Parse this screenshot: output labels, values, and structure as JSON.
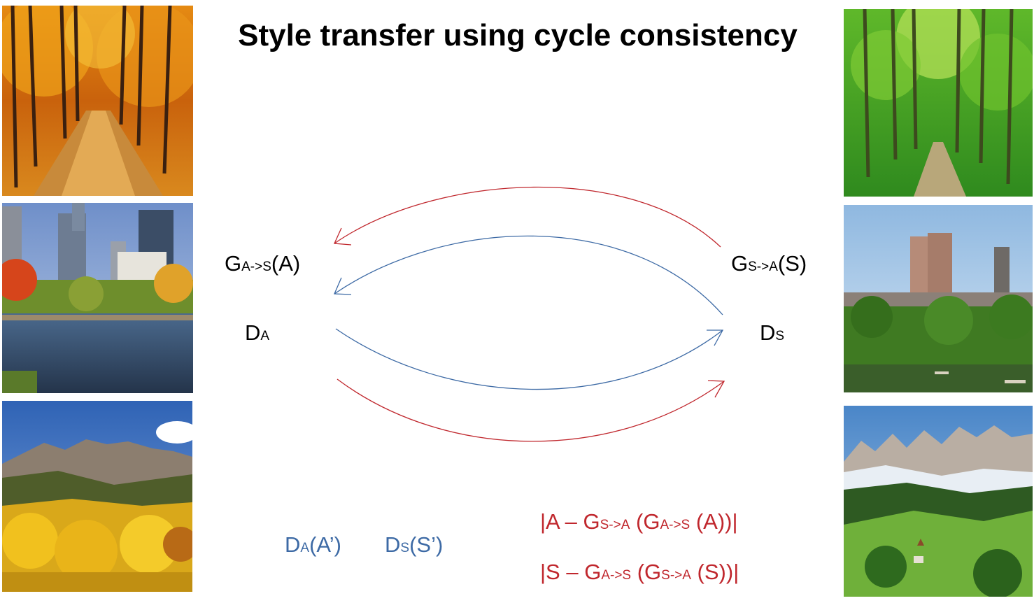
{
  "title": "Style transfer using cycle consistency",
  "colors": {
    "red": "#c0272d",
    "blue": "#3d6aa5"
  },
  "labels": {
    "g_as": {
      "main": "G",
      "sub": "A->S",
      "tail": "(A)"
    },
    "g_sa": {
      "main": "G",
      "sub": "S->A",
      "tail": "(S)"
    },
    "d_a": {
      "main": "D",
      "sub": "A"
    },
    "d_s": {
      "main": "D",
      "sub": "S"
    }
  },
  "losses": {
    "adv_a": {
      "main": "D",
      "sub": "A",
      "tail": "(A’)"
    },
    "adv_s": {
      "main": "D",
      "sub": "S",
      "tail": "(S’)"
    },
    "cyc_a": {
      "p1": "|A – G",
      "s1": "S->A",
      "p2": " (G",
      "s2": "A->S",
      "p3": " (A))|"
    },
    "cyc_s": {
      "p1": "|S – G",
      "s1": "A->S",
      "p2": " (G",
      "s2": "S->A",
      "p3": " (S))|"
    }
  },
  "images": {
    "left": [
      "autumn-forest-path",
      "city-park-pond-autumn",
      "mountains-yellow-aspens"
    ],
    "right": [
      "green-forest-path",
      "city-park-lake-summer",
      "mountains-green-valley"
    ]
  }
}
